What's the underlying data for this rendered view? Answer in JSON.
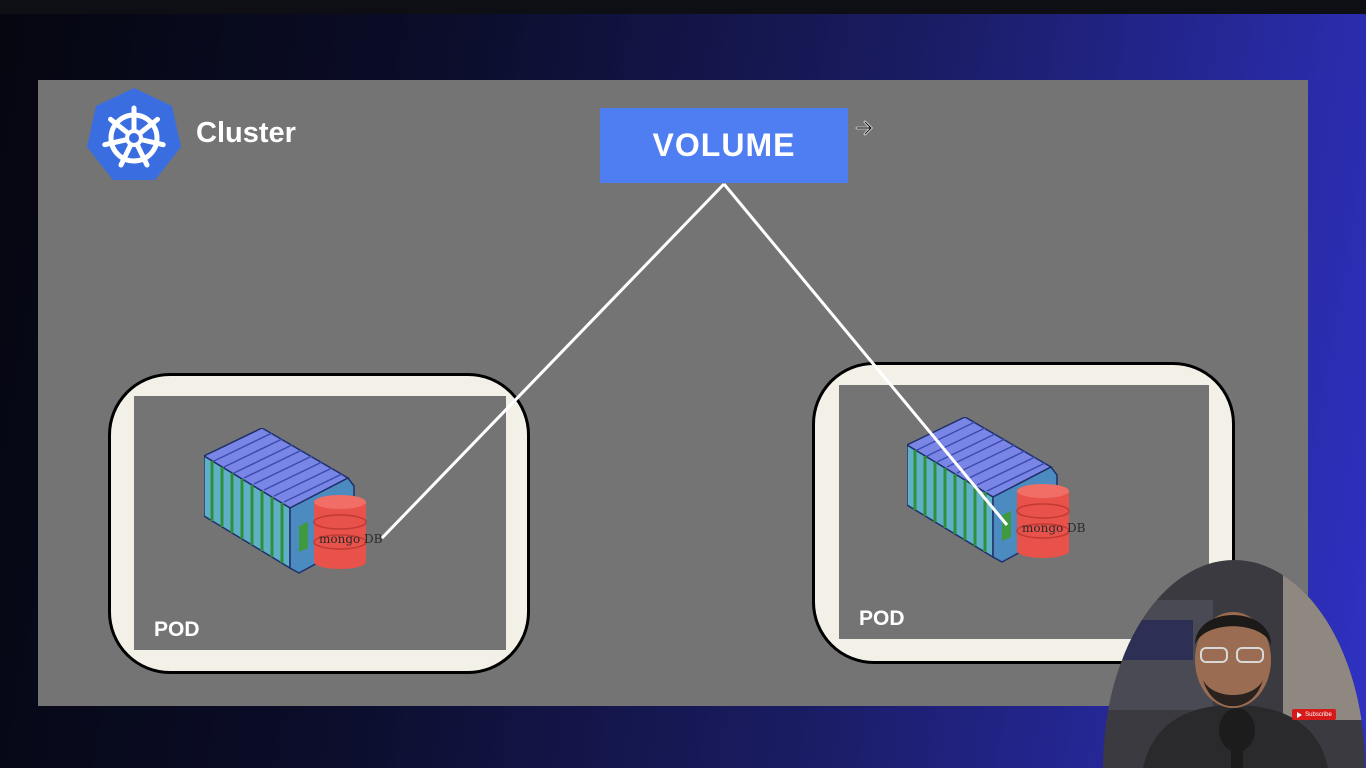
{
  "cluster": {
    "label": "Cluster"
  },
  "volume": {
    "label": "VOLUME"
  },
  "pods": [
    {
      "label": "POD",
      "db_label": "mongo DB"
    },
    {
      "label": "POD",
      "db_label": "mongo DB"
    }
  ],
  "webcam": {
    "subscribe_label": "Subscribe"
  },
  "colors": {
    "volume": "#4f7df2",
    "slide_background": "#747474",
    "pod_frame": "#f3f1e7",
    "kubernetes_logo": "#3a6ee0",
    "mongodb_cylinder": "#e8524a",
    "subscribe_badge": "#d61a1a"
  },
  "icons": [
    "kubernetes-logo-icon",
    "container-icon",
    "mongodb-icon",
    "cursor-icon",
    "youtube-icon"
  ]
}
